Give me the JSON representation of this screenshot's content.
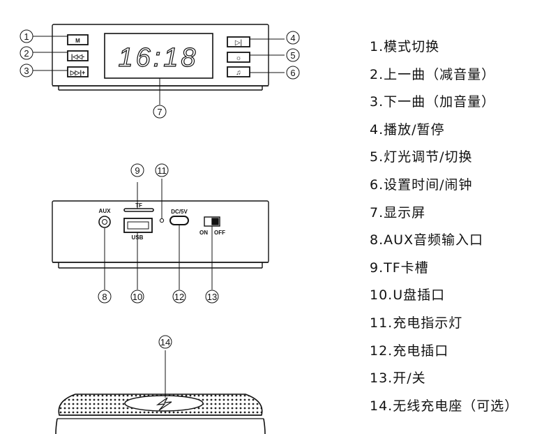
{
  "clock_digits": "16:18",
  "callouts": [
    "1",
    "2",
    "3",
    "4",
    "5",
    "6",
    "7",
    "8",
    "9",
    "10",
    "11",
    "12",
    "13",
    "14"
  ],
  "panel_labels": {
    "aux": "AUX",
    "tf": "TF",
    "usb": "USB",
    "dc": "DC/5V",
    "on": "ON",
    "off": "OFF",
    "btn_mode": "M"
  },
  "legend": [
    "1.模式切换",
    "2.上一曲（减音量）",
    "3.下一曲（加音量）",
    "4.播放/暂停",
    "5.灯光调节/切换",
    "6.设置时间/闹钟",
    "7.显示屏",
    "8.AUX音频输入口",
    "9.TF卡槽",
    "10.U盘插口",
    "11.充电指示灯",
    "12.充电插口",
    "13.开/关",
    "14.无线充电座（可选）"
  ]
}
